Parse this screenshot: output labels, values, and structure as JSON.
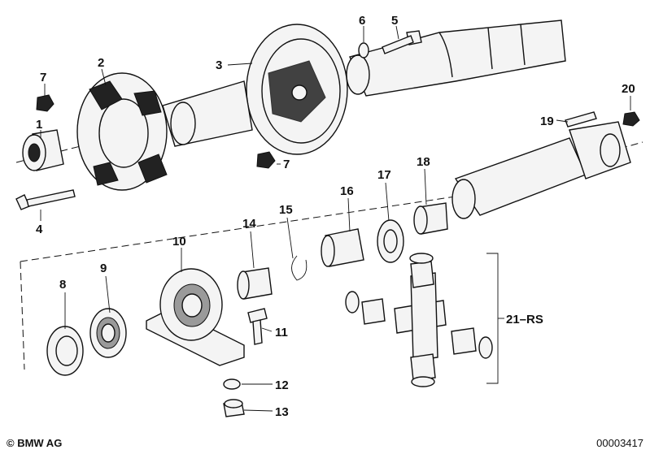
{
  "callouts": {
    "p1": "1",
    "p2": "2",
    "p3": "3",
    "p4": "4",
    "p5": "5",
    "p6": "6",
    "p7a": "7",
    "p7b": "7",
    "p8": "8",
    "p9": "9",
    "p10": "10",
    "p11": "11",
    "p12": "12",
    "p13": "13",
    "p14": "14",
    "p15": "15",
    "p16": "16",
    "p17": "17",
    "p18": "18",
    "p19": "19",
    "p20": "20",
    "p21": "21–RS"
  },
  "footer": {
    "copyright": "© BMW AG",
    "document_number": "00003417"
  },
  "colors": {
    "ink": "#111111",
    "background": "#ffffff"
  }
}
